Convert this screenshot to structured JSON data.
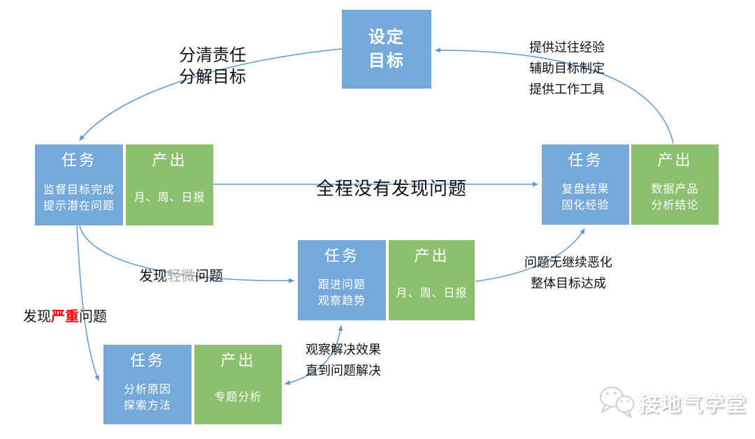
{
  "colors": {
    "task_blue": "#74a9d9",
    "output_green": "#8cc06e",
    "arrow_blue": "#5b9bd5",
    "minor_gray": "#a6a6a6",
    "severe_red": "#ff0000",
    "text_black": "#111111"
  },
  "goal": {
    "lines": [
      "设定",
      "目标"
    ]
  },
  "groups": {
    "monitor": {
      "task_title": "任务",
      "task_lines": [
        "监督目标完成",
        "提示潜在问题"
      ],
      "output_title": "产出",
      "output_lines": [
        "月、周、日报"
      ]
    },
    "followup": {
      "task_title": "任务",
      "task_lines": [
        "跟进问题",
        "观察趋势"
      ],
      "output_title": "产出",
      "output_lines": [
        "月、周、日报"
      ]
    },
    "review": {
      "task_title": "任务",
      "task_lines": [
        "复盘结果",
        "固化经验"
      ],
      "output_title": "产出",
      "output_lines": [
        "数据产品",
        "分析结论"
      ]
    },
    "analyze": {
      "task_title": "任务",
      "task_lines": [
        "分析原因",
        "探索方法"
      ],
      "output_title": "产出",
      "output_lines": [
        "专题分析"
      ]
    }
  },
  "annotations": {
    "top_left": [
      "分清责任",
      "分解目标"
    ],
    "top_right": [
      "提供过往经验",
      "辅助目标制定",
      "提供工作工具"
    ],
    "center": "全程没有发现问题",
    "minor": {
      "prefix": "发现",
      "emphasis": "轻微",
      "suffix": "问题"
    },
    "severe": {
      "prefix": "发现",
      "emphasis": "严重",
      "suffix": "问题"
    },
    "right_ok": [
      "问题无继续恶化",
      "整体目标达成"
    ],
    "observe": [
      "观察解决效果",
      "直到问题解决"
    ]
  },
  "watermark": {
    "icon": "wechat-bubbles-icon",
    "text": "接地气学堂"
  }
}
